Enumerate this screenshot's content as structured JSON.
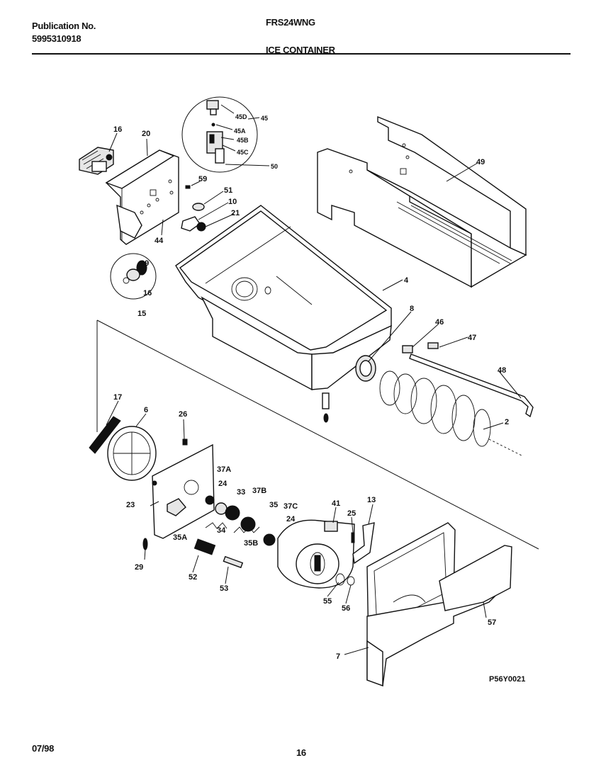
{
  "header": {
    "publication_label": "Publication No.",
    "publication_number": "5995310918",
    "model": "FRS24WNG",
    "section_title": "ICE CONTAINER"
  },
  "footer": {
    "date": "07/98",
    "page": "16"
  },
  "figure_code": "P56Y0021",
  "callouts": {
    "c16a": "16",
    "c20": "20",
    "c45d": "45D",
    "c45": "45",
    "c45a": "45A",
    "c45b": "45B",
    "c45c": "45C",
    "c50": "50",
    "c49": "49",
    "c59": "59",
    "c51": "51",
    "c10": "10",
    "c21": "21",
    "c44": "44",
    "c39": "39",
    "c16b": "16",
    "c15": "15",
    "c4": "4",
    "c8": "8",
    "c46": "46",
    "c47": "47",
    "c48": "48",
    "c2": "2",
    "c17": "17",
    "c6": "6",
    "c26": "26",
    "c37a": "37A",
    "c24a": "24",
    "c23": "23",
    "c33": "33",
    "c37b": "37B",
    "c35": "35",
    "c37c": "37C",
    "c34": "34",
    "c35a": "35A",
    "c24b": "24",
    "c35b": "35B",
    "c41": "41",
    "c25": "25",
    "c13": "13",
    "c29": "29",
    "c52": "52",
    "c53": "53",
    "c55": "55",
    "c56": "56",
    "c57": "57",
    "c7": "7"
  }
}
